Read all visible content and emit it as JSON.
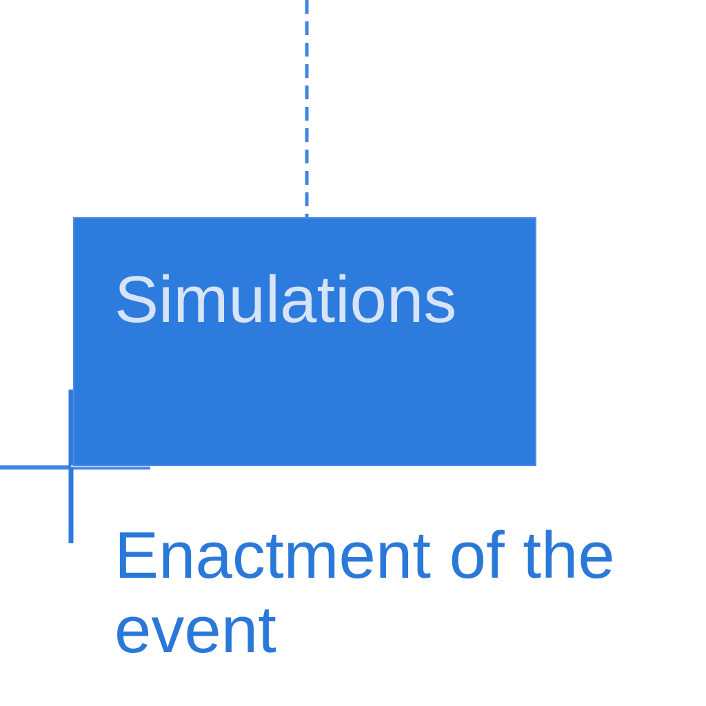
{
  "colors": {
    "node_fill": "#2e7bde",
    "node_title_text": "#d6e4f7",
    "caption_text": "#2a79d9",
    "connector": "#3f85e6",
    "crosshair": "#2e7bde"
  },
  "node": {
    "title": "Simulations",
    "caption": "Enactment of the event"
  },
  "connector": {
    "style": "dashed"
  },
  "marker": {
    "icon": "crosshair-icon"
  }
}
